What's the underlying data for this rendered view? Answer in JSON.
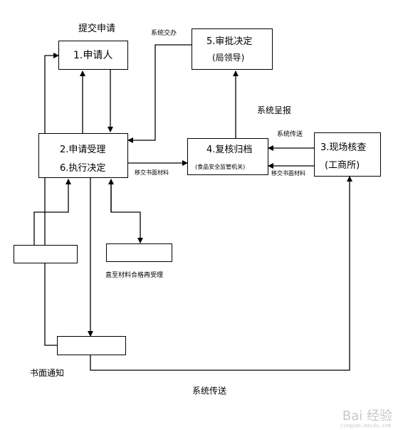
{
  "header": {
    "title": "提交申请"
  },
  "nodes": {
    "applicant": "1.申请人",
    "accept": "2.申请受理",
    "execute": "6.执行决定",
    "review_archive": "4.复核归档",
    "review_archive_sub": "(食品安全监管机关)",
    "approval": "5.审批决定",
    "approval_sub": "(局领导)",
    "site_check": "3.现场核查",
    "site_check_sub": "(工商所)"
  },
  "labels": {
    "system_hand_over": "系统交办",
    "system_report": "系统呈报",
    "system_transmit_top": "系统传送",
    "transfer_materials_left": "移交书面材料",
    "transfer_materials_right": "移交书面材料",
    "accept_after_qualified": "直至材料合格再受理",
    "written_notice": "书面通知",
    "system_transmit_bottom": "系统传送"
  },
  "watermark": {
    "text": "Bai 经验",
    "sub": "jingyan.baidu.com"
  }
}
